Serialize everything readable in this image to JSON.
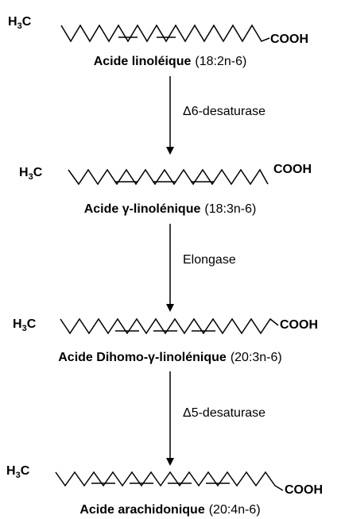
{
  "molecules": [
    {
      "left_group": "H",
      "left_sub": "3",
      "left_end": "C",
      "right_group": "COOH",
      "name": "Acide linoléique",
      "ratio": "(18:2n-6)"
    },
    {
      "left_group": "H",
      "left_sub": "3",
      "left_end": "C",
      "right_group": "COOH",
      "name": "Acide γ-linolénique",
      "ratio": "(18:3n-6)"
    },
    {
      "left_group": "H",
      "left_sub": "3",
      "left_end": "C",
      "right_group": "COOH",
      "name": "Acide Dihomo-γ-linolénique",
      "ratio": "(20:3n-6)"
    },
    {
      "left_group": "H",
      "left_sub": "3",
      "left_end": "C",
      "right_group": "COOH",
      "name": "Acide arachidonique",
      "ratio": "(20:4n-6)"
    }
  ],
  "steps": [
    {
      "enzyme": "Δ6-desaturase"
    },
    {
      "enzyme": "Elongase"
    },
    {
      "enzyme": "Δ5-desaturase"
    }
  ],
  "colors": {
    "line": "#000000",
    "text": "#000000",
    "background": "#ffffff"
  }
}
